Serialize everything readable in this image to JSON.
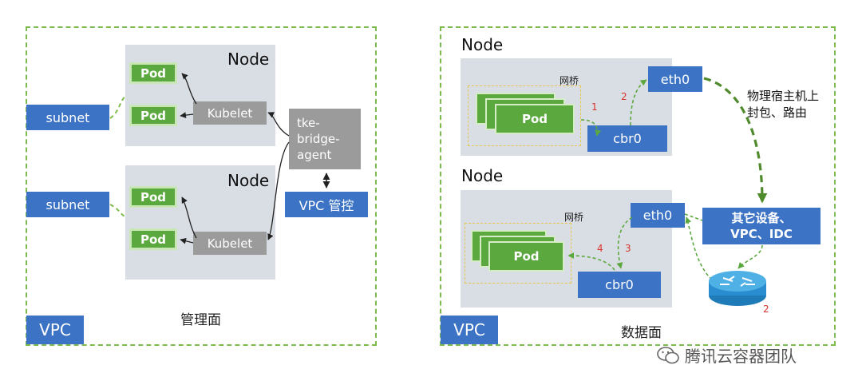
{
  "left": {
    "node1_label": "Node",
    "node2_label": "Node",
    "pods": [
      "Pod",
      "Pod",
      "Pod",
      "Pod"
    ],
    "kubelet1": "Kubelet",
    "kubelet2": "Kubelet",
    "subnet1": "subnet",
    "subnet2": "subnet",
    "agent": "tke-\nbridge-\nagent",
    "vpc_ctrl": "VPC 管控",
    "vpc": "VPC",
    "caption": "管理面"
  },
  "right": {
    "node1_label": "Node",
    "node2_label": "Node",
    "bridge1": "网桥",
    "bridge2": "网桥",
    "pod1": "Pod",
    "pod2": "Pod",
    "eth1": "eth0",
    "eth2": "eth0",
    "cbr1": "cbr0",
    "cbr2": "cbr0",
    "host_note": "物理宿主机上\n封包、路由",
    "other_devices": "其它设备、\nVPC、IDC",
    "steps": [
      "1",
      "2",
      "4",
      "3",
      "2"
    ],
    "vpc": "VPC",
    "caption": "数据面"
  },
  "watermark": "腾讯云容器团队",
  "colors": {
    "green": "#5ba83f",
    "blue": "#3c73c5",
    "grey": "#9b9b9b",
    "dash": "#7dbb4c"
  }
}
